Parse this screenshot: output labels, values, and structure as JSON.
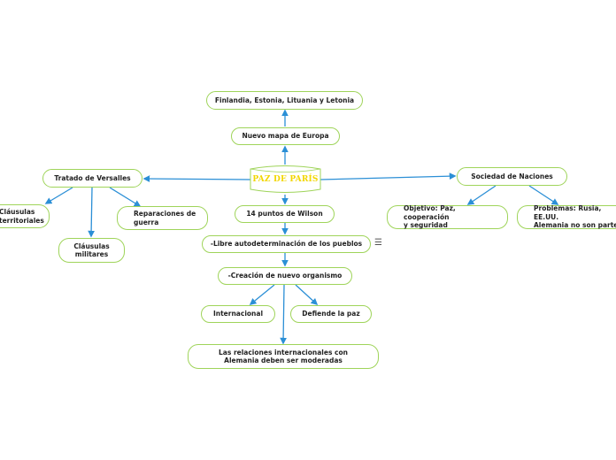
{
  "colors": {
    "line": "#2b8fd6",
    "node_border": "#9fd45a",
    "central_text": "#f2d600"
  },
  "central": {
    "label": "PAZ DE PARÍS"
  },
  "nodes": {
    "finlandia": "Finlandia, Estonia, Lituania y Letonia",
    "nuevo_mapa": "Nuevo mapa de Europa",
    "tratado": "Tratado de Versalles",
    "sociedad": "Sociedad de Naciones",
    "territoriales": "Cláusulas\nterritoriales",
    "militares": "Cláusulas\nmilitares",
    "reparaciones": "Reparaciones de\nguerra",
    "catorce": "14 puntos de Wilson",
    "objetivo": "Objetivo: Paz, cooperación\ny seguridad",
    "problemas": "Problemas: Rusia, EE.UU.\nAlemania no son parte",
    "libre": "-Libre autodeterminación de los pueblos",
    "creacion": "-Creación de nuevo organismo",
    "internacional": "Internacional",
    "defiende": "Defiende la paz",
    "relaciones": "Las relaciones internacionales con\nAlemania deben ser moderadas"
  },
  "icons": {
    "notes": "menu-lines-icon"
  }
}
